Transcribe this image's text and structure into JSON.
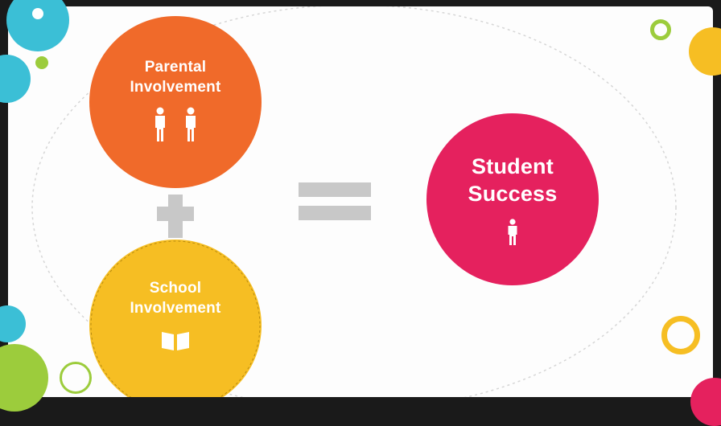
{
  "diagram": {
    "parental": {
      "label_line1": "Parental",
      "label_line2": "Involvement",
      "color": "#f06a2a",
      "icon": "two-person-icons"
    },
    "school": {
      "label_line1": "School",
      "label_line2": "Involvement",
      "color": "#f6be23",
      "icon": "open-book-icon"
    },
    "student": {
      "label_line1": "Student",
      "label_line2": "Success",
      "color": "#e5215e",
      "icon": "person-icon"
    },
    "operators": {
      "plus_color": "#c8c8c8",
      "equals_color": "#c8c8c8"
    },
    "decor_colors": [
      "#3bbfd6",
      "#9ccc3c",
      "#f6be23",
      "#e5215e"
    ]
  }
}
